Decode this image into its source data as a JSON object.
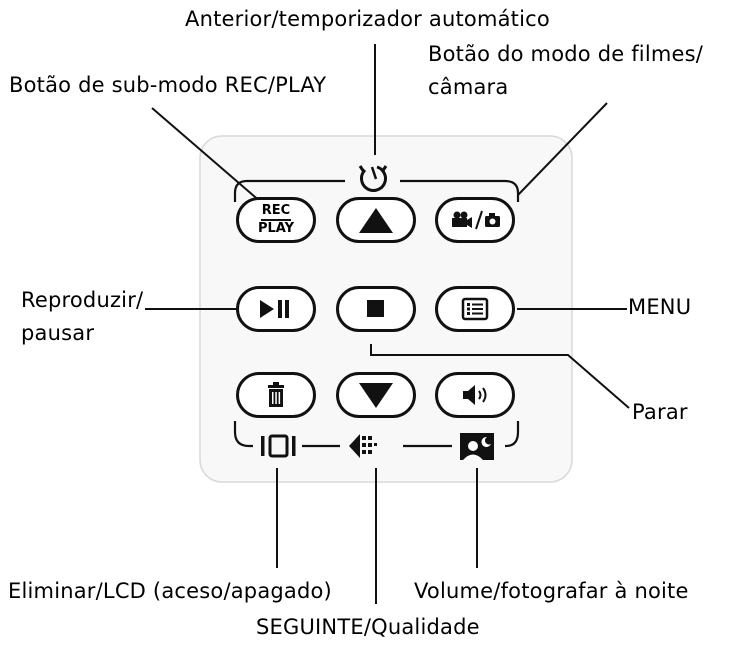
{
  "labels": {
    "anterior": "Anterior/temporizador automático",
    "modo_filmes_l1": "Botão do modo de filmes/",
    "modo_filmes_l2": "câmara",
    "sub_modo": "Botão de sub-modo REC/PLAY",
    "reproduzir_l1": "Reproduzir/",
    "reproduzir_l2": "pausar",
    "menu": "MENU",
    "parar": "Parar",
    "eliminar": "Eliminar/LCD (aceso/apagado)",
    "volume": "Volume/fotografar à noite",
    "seguinte": "SEGUINTE/Qualidade"
  },
  "buttons": {
    "rec_top": "REC",
    "rec_bottom": "PLAY"
  },
  "icons": [
    "self-timer-icon",
    "up-triangle-icon",
    "movie-camera-mode-icon",
    "play-pause-icon",
    "stop-icon",
    "menu-list-icon",
    "trash-icon",
    "down-triangle-icon",
    "speaker-icon",
    "lcd-icon",
    "quality-icon",
    "night-portrait-icon"
  ],
  "colors": {
    "ink": "#111111",
    "bezel": "#f8f8f8",
    "bezel_border": "#d9d9d9"
  }
}
